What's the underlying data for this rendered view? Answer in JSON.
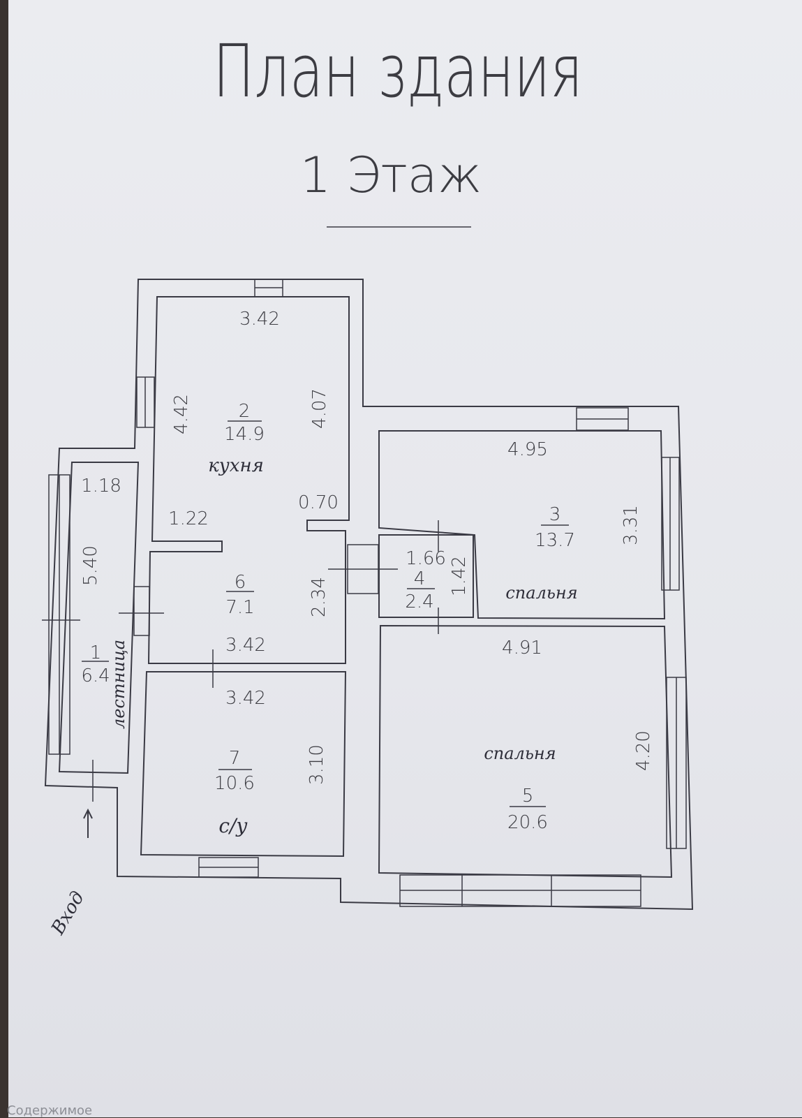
{
  "title": "План здания",
  "subtitle": "1 Этаж",
  "rooms": [
    {
      "number": "1",
      "area": "6.4",
      "name": "лестница",
      "dims": [
        "1.18",
        "5.40"
      ]
    },
    {
      "number": "2",
      "area": "14.9",
      "name": "кухня",
      "dims": [
        "3.42",
        "4.42",
        "4.07",
        "0.70",
        "1.22"
      ]
    },
    {
      "number": "3",
      "area": "13.7",
      "name": "спальня",
      "dims": [
        "4.95",
        "3.31"
      ]
    },
    {
      "number": "4",
      "area": "2.4",
      "dims": [
        "1.66",
        "1.42"
      ]
    },
    {
      "number": "5",
      "area": "20.6",
      "name": "спальня",
      "dims": [
        "4.91",
        "4.20"
      ]
    },
    {
      "number": "6",
      "area": "7.1",
      "dims": [
        "3.42",
        "2.34"
      ]
    },
    {
      "number": "7",
      "area": "10.6",
      "name": "с/у",
      "dims": [
        "3.42",
        "3.10"
      ]
    }
  ],
  "entrance_label": "Вход",
  "footer_text": "Содержимое"
}
